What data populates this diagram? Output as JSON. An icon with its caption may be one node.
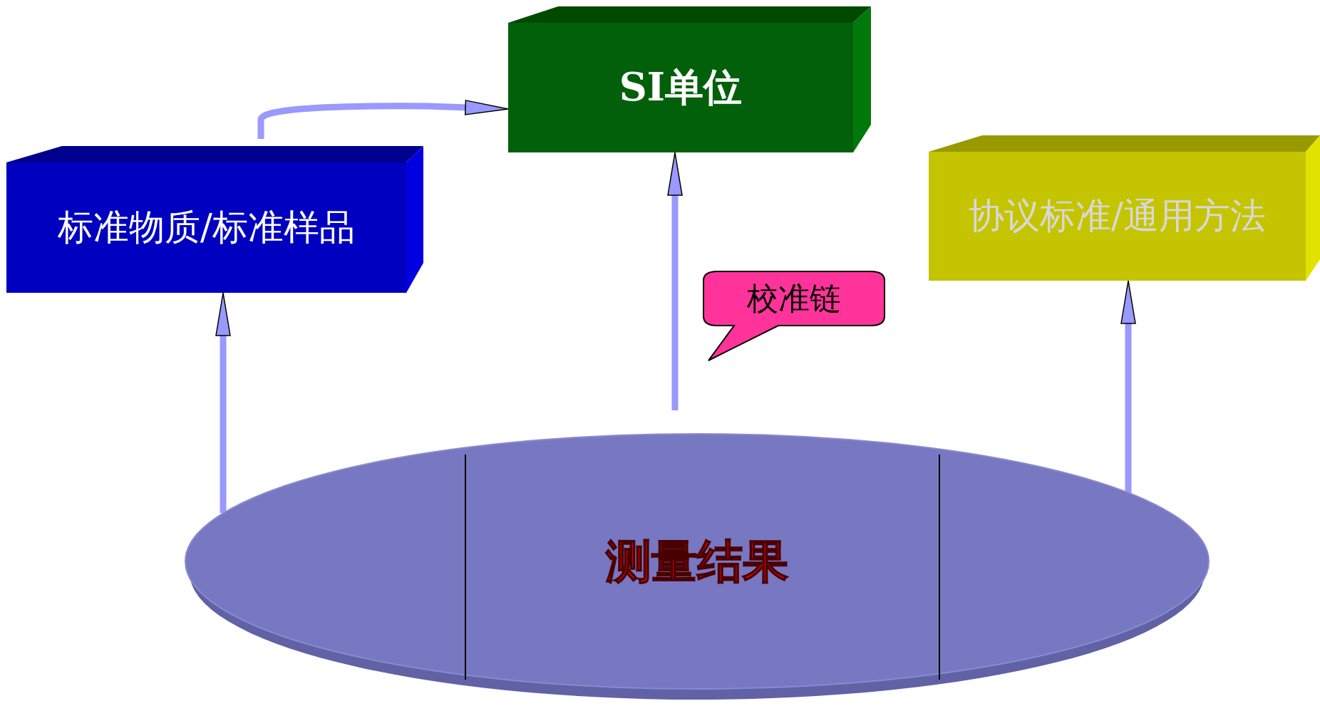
{
  "diagram": {
    "nodes": [
      {
        "text": [
          "SI单位"
        ]
      },
      {
        "text": [
          "标准物质/标准样品"
        ]
      },
      {
        "text": [
          "协议标准/通用方法"
        ]
      },
      {
        "text": [
          "校准链"
        ]
      },
      {
        "text": [
          "测量结果"
        ]
      }
    ],
    "edges": [
      {
        "from": 1,
        "to": 0,
        "arrow": "to"
      },
      {
        "from": 4,
        "to": 1,
        "arrow": "to"
      },
      {
        "from": 4,
        "to": 0,
        "arrow": "to"
      },
      {
        "from": 4,
        "to": 2,
        "arrow": "to"
      }
    ]
  }
}
